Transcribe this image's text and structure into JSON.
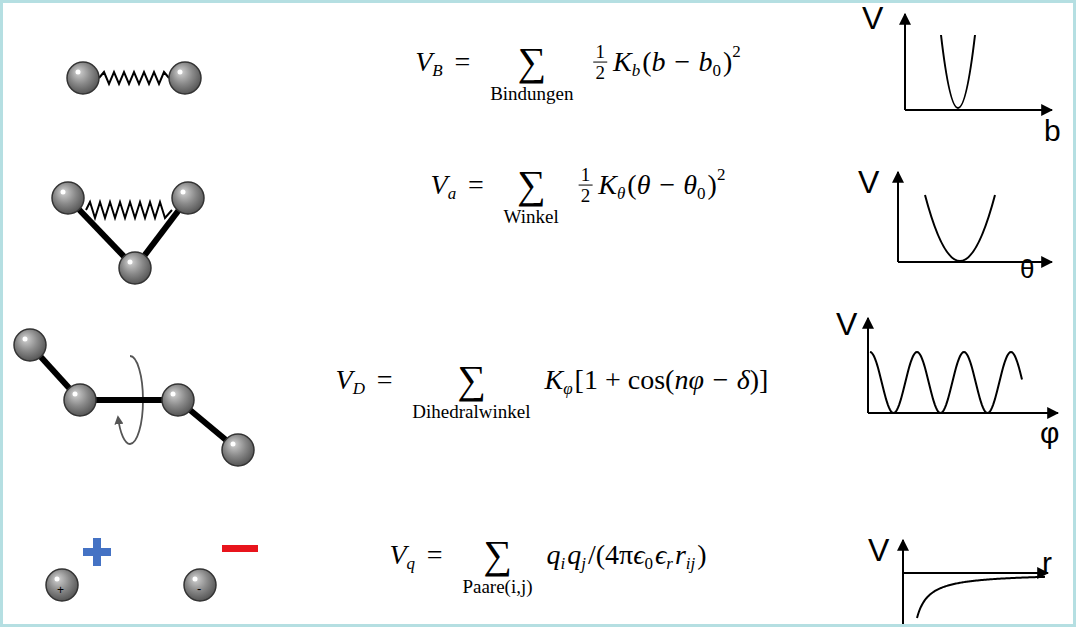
{
  "diagram": {
    "labels": [
      "V",
      "B",
      "=",
      "∑",
      "Bindungen",
      "1",
      "2",
      "K",
      "b",
      "(",
      "b − b",
      "0",
      ")",
      "2",
      "V",
      "a",
      "=",
      "∑",
      "Winkel",
      "1",
      "2",
      "K",
      "θ",
      "(",
      "θ − θ",
      "0",
      ")",
      "2",
      "V",
      "D",
      "=",
      "∑",
      "Dihedralwinkel",
      "K",
      "φ",
      "[1 + cos(",
      "nφ − δ",
      ")]",
      "V",
      "q",
      "=",
      "∑",
      "Paare(i,j)",
      "q",
      "i",
      "q",
      "j",
      "/(4π",
      "ϵ",
      "0",
      "ϵ",
      "r",
      "r",
      "ij",
      ")",
      "V",
      "b",
      "V",
      "θ",
      "V",
      "φ",
      "V",
      "r",
      "+",
      "-"
    ]
  }
}
